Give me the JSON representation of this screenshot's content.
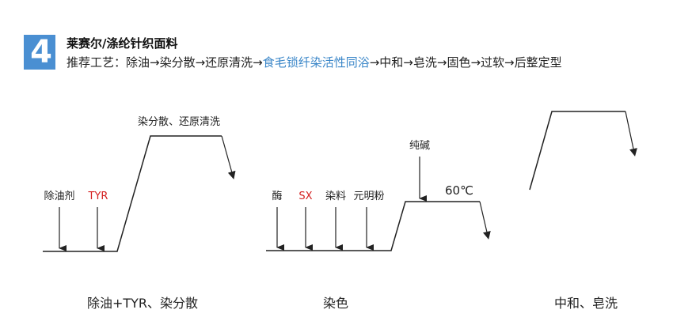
{
  "header": {
    "badge_number": "4",
    "title": "莱赛尔/涤纶针织面料",
    "process_prefix": "推荐工艺：除油→染分散→还原清洗→",
    "process_highlight": "食毛锁纤染活性同浴",
    "process_suffix": "→中和→皂洗→固色→过软→后整定型"
  },
  "colors": {
    "accent": "#4a8fd2",
    "highlight": "#3a86c8",
    "chemical_red": "#d42020"
  },
  "diagram1": {
    "arrow_labels": [
      "除油剂",
      "TYR"
    ],
    "top_label": "染分散、还原清洗",
    "caption": "除油+TYR、染分散"
  },
  "diagram2": {
    "arrow_labels": [
      "酶",
      "SX",
      "染料",
      "元明粉"
    ],
    "alkali_label": "纯碱",
    "temperature": "60℃",
    "caption": "染色"
  },
  "diagram3": {
    "caption": "中和、皂洗"
  }
}
